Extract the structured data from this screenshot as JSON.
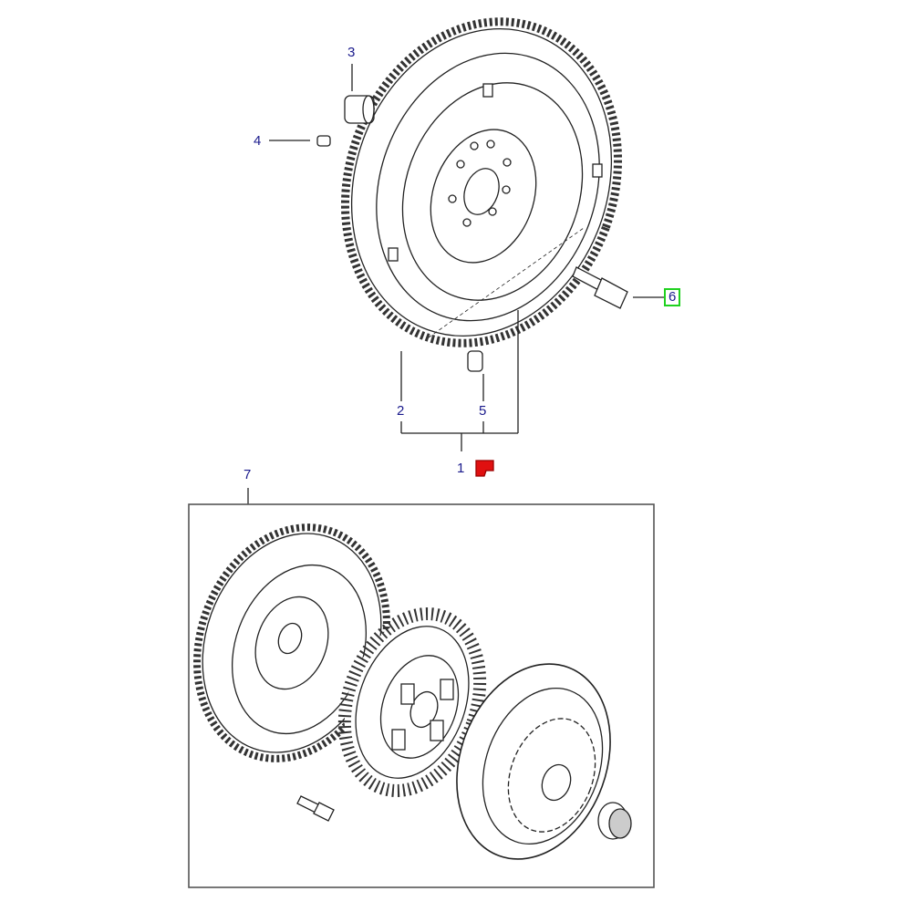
{
  "diagram": {
    "callouts": {
      "c1": "1",
      "c2": "2",
      "c3": "3",
      "c4": "4",
      "c5": "5",
      "c6": "6",
      "c7": "7"
    },
    "highlighted_callout": "6",
    "highlight_color": "#1fd11f",
    "callout_color": "#1a1a8c",
    "info_icon": "red-note-icon",
    "info_icon_color": "#e01010"
  }
}
